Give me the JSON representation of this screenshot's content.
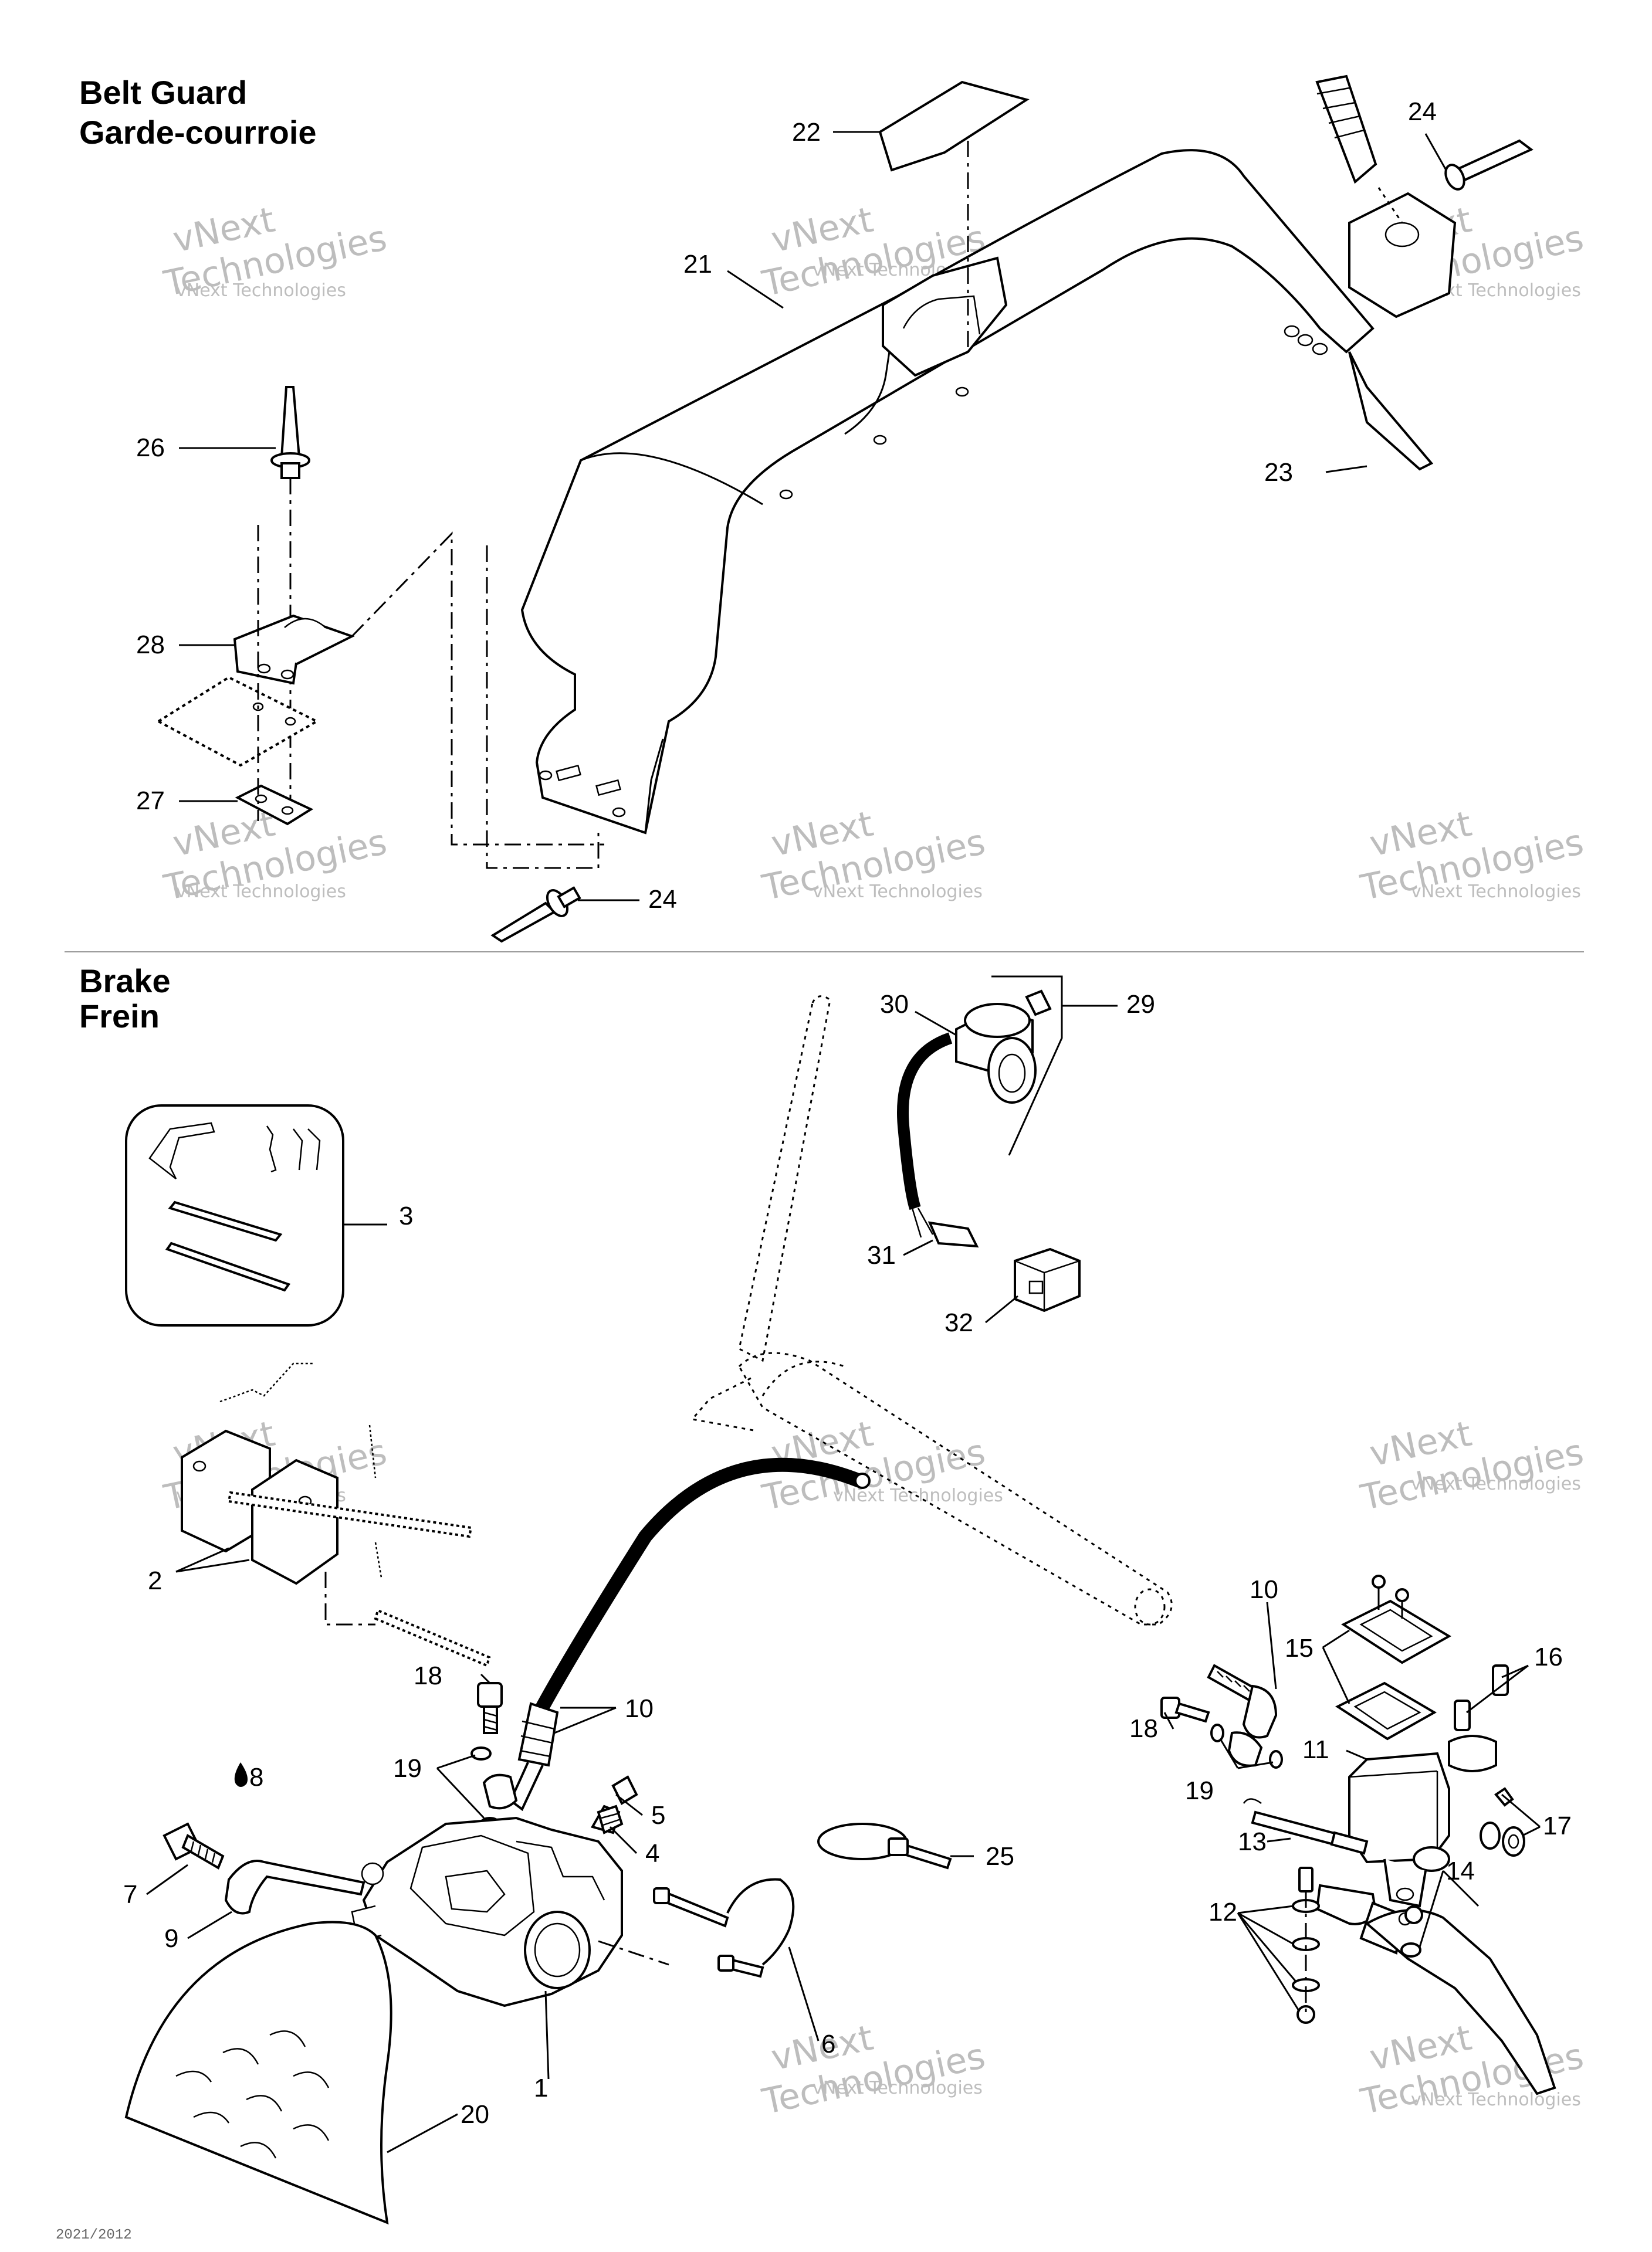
{
  "belt_guard": {
    "title_en": "Belt Guard",
    "title_fr": "Garde-courroie"
  },
  "brake": {
    "title_en": "Brake",
    "title_fr": "Frein"
  },
  "callouts": {
    "c1": "1",
    "c2": "2",
    "c3": "3",
    "c4": "4",
    "c5": "5",
    "c6": "6",
    "c7": "7",
    "c8": "8",
    "c9": "9",
    "c10a": "10",
    "c10b": "10",
    "c11": "11",
    "c12": "12",
    "c13": "13",
    "c14": "14",
    "c15": "15",
    "c16": "16",
    "c17": "17",
    "c18a": "18",
    "c18b": "18",
    "c19a": "19",
    "c19b": "19",
    "c20": "20",
    "c21": "21",
    "c22": "22",
    "c23": "23",
    "c24a": "24",
    "c24b": "24",
    "c25": "25",
    "c26": "26",
    "c27": "27",
    "c28": "28",
    "c29": "29",
    "c30": "30",
    "c31": "31",
    "c32": "32"
  },
  "watermark": {
    "line1": "vNext Technologies",
    "line2": "vNext",
    "line3": "Technologies"
  },
  "footer_code": "2021/2012"
}
